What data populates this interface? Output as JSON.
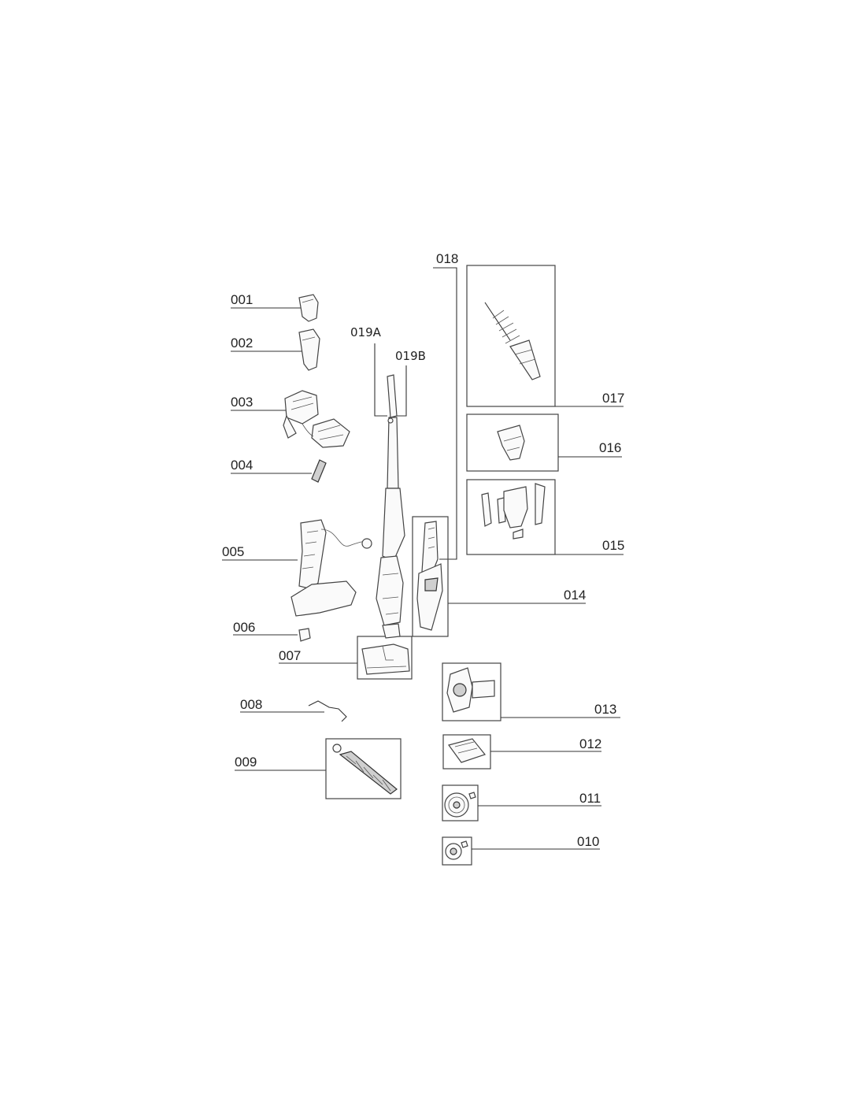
{
  "labels": {
    "p001": "001",
    "p002": "002",
    "p003": "003",
    "p004": "004",
    "p005": "005",
    "p006": "006",
    "p007": "007",
    "p008": "008",
    "p009": "009",
    "p010": "010",
    "p011": "011",
    "p012": "012",
    "p013": "013",
    "p014": "014",
    "p015": "015",
    "p016": "016",
    "p017": "017",
    "p018": "018",
    "p019a": "019A",
    "p019b": "019B"
  }
}
